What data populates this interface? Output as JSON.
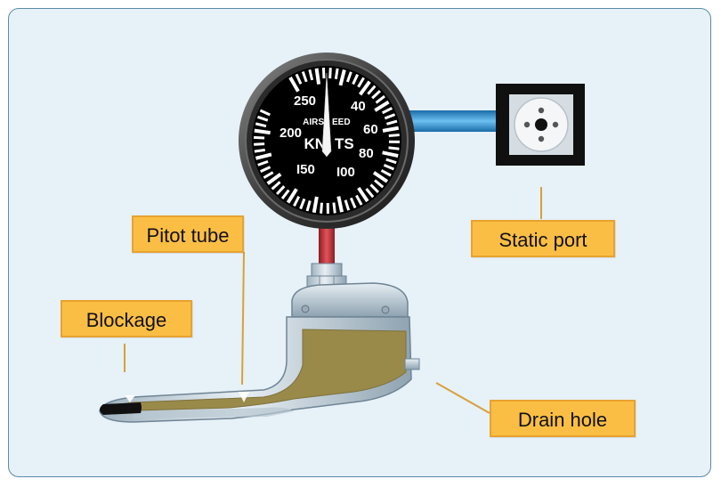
{
  "callouts": {
    "pitot_tube": "Pitot tube",
    "blockage": "Blockage",
    "static_port": "Static port",
    "drain_hole": "Drain hole"
  },
  "gauge": {
    "title_left": "AIRS",
    "title_right": "EED",
    "units_left": "KN",
    "units_right": "TS",
    "scale_labels": [
      "250",
      "40",
      "60",
      "200",
      "80",
      "I50",
      "I00"
    ]
  },
  "colors": {
    "background": "#e6f1f8",
    "callout_fill": "#fbbe45",
    "static_line": "#2f8fd0",
    "pitot_line": "#c8323a",
    "tube_fluid": "#9a8a4a"
  },
  "icons": [
    "airspeed-indicator-gauge",
    "static-port-plate",
    "pitot-tube-body"
  ]
}
